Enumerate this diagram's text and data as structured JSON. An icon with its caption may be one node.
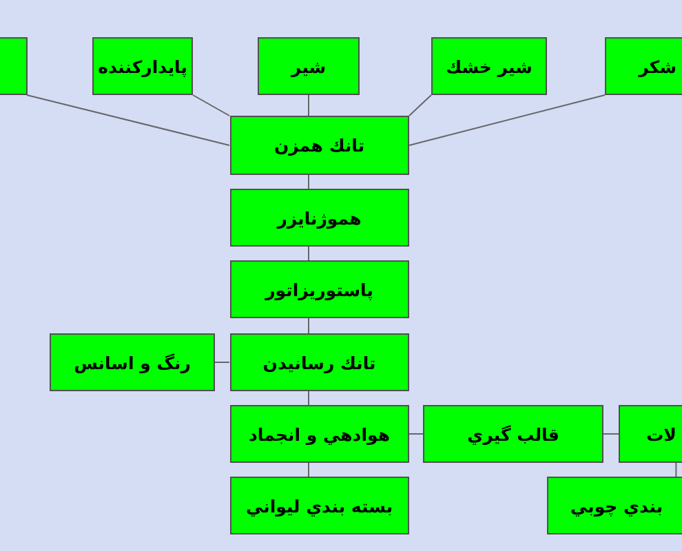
{
  "diagram": {
    "nodes": [
      {
        "text": [],
        "shape": "box"
      },
      {
        "text": [
          "پايدارکننده"
        ]
      },
      {
        "text": [
          "شير"
        ]
      },
      {
        "text": [
          "شير خشك"
        ]
      },
      {
        "text": [
          "شكر"
        ]
      },
      {
        "text": [
          "تانك همزن"
        ]
      },
      {
        "text": [
          "هموژنايزر"
        ]
      },
      {
        "text": [
          "پاستوريزاتور"
        ]
      },
      {
        "text": [
          "رنگ و اسانس"
        ]
      },
      {
        "text": [
          "تانك رسانيدن"
        ]
      },
      {
        "text": [
          "هوادهي و انجماد"
        ]
      },
      {
        "text": [
          "قالب گيري"
        ]
      },
      {
        "text": [
          "لات"
        ]
      },
      {
        "text": [
          "بسته بندي ليواني"
        ]
      },
      {
        "text": [
          "بندي چوبي"
        ]
      }
    ],
    "edges": [
      {
        "from": 0,
        "to": 5,
        "arrow": "none"
      },
      {
        "from": 1,
        "to": 5,
        "arrow": "none"
      },
      {
        "from": 2,
        "to": 5,
        "arrow": "none"
      },
      {
        "from": 3,
        "to": 5,
        "arrow": "none"
      },
      {
        "from": 4,
        "to": 5,
        "arrow": "none"
      },
      {
        "from": 5,
        "to": 6,
        "arrow": "none"
      },
      {
        "from": 6,
        "to": 7,
        "arrow": "none"
      },
      {
        "from": 7,
        "to": 9,
        "arrow": "none"
      },
      {
        "from": 8,
        "to": 9,
        "arrow": "none"
      },
      {
        "from": 9,
        "to": 10,
        "arrow": "none"
      },
      {
        "from": 10,
        "to": 13,
        "arrow": "none"
      },
      {
        "from": 10,
        "to": 11,
        "arrow": "none"
      },
      {
        "from": 11,
        "to": 12,
        "arrow": "none"
      },
      {
        "from": 12,
        "to": 14,
        "arrow": "none"
      }
    ]
  }
}
